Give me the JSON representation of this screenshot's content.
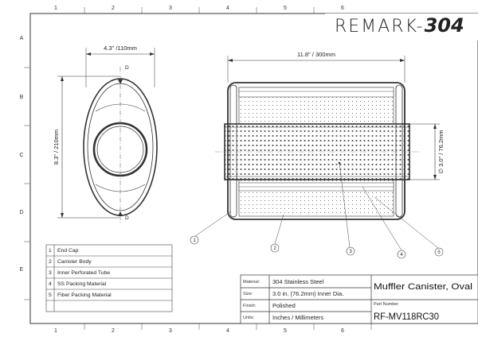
{
  "brand": {
    "name": "REMARK-",
    "accent": "304"
  },
  "grid": {
    "cols": [
      "1",
      "2",
      "3",
      "4",
      "5",
      "6"
    ],
    "rows": [
      "A",
      "B",
      "C",
      "D",
      "E"
    ]
  },
  "dims": {
    "end_width": "4.3\" /110mm",
    "end_height": "8.3\" / 210mm",
    "body_length": "11.8\" / 300mm",
    "inner_dia": "3.0\" / 76.2mm",
    "section_mark": "D"
  },
  "callouts": [
    "1",
    "2",
    "3",
    "4",
    "5"
  ],
  "parts": [
    {
      "no": "1",
      "name": "End Cap"
    },
    {
      "no": "2",
      "name": "Canister Body"
    },
    {
      "no": "3",
      "name": "Inner Perforated Tube"
    },
    {
      "no": "4",
      "name": "SS Packing Material"
    },
    {
      "no": "5",
      "name": "Fiber Packing Material"
    },
    {
      "no": "",
      "name": ""
    }
  ],
  "title_block": {
    "material_label": "Material:",
    "material": "304 Stainless Steel",
    "size_label": "Size:",
    "size": "3.0 in. (76.2mm) Inner Dia.",
    "finish_label": "Finish:",
    "finish": "Polished",
    "units_label": "Units:",
    "units": "Inches / Millimeters",
    "title": "Muffler Canister, Oval",
    "part_number_label": "Part Number",
    "part_number": "RF-MV118RC30"
  },
  "colors": {
    "line": "#333333",
    "accent": "#111111"
  }
}
